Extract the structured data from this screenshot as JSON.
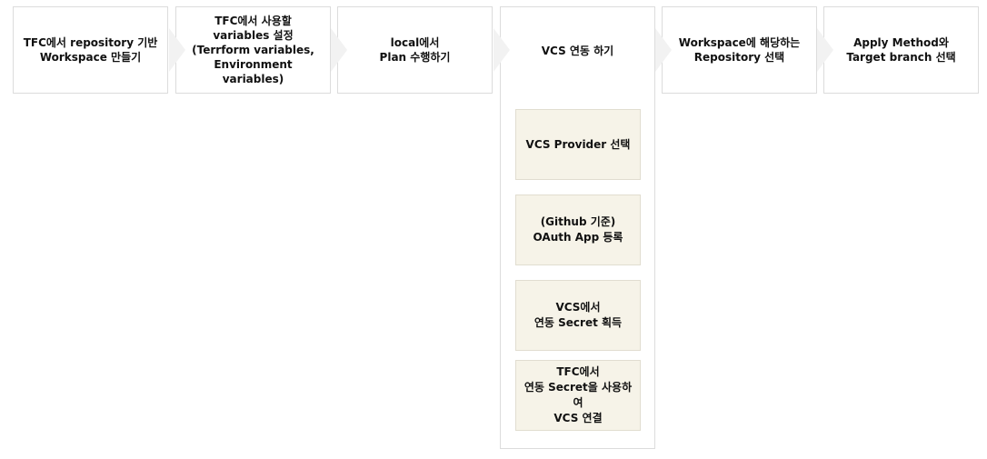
{
  "steps": [
    {
      "label": "TFC에서 repository 기반\nWorkspace 만들기"
    },
    {
      "label": "TFC에서 사용할\nvariables 설정\n(Terrform variables,\nEnvironment variables)"
    },
    {
      "label": "local에서\nPlan 수행하기"
    },
    {
      "label": "VCS 연동 하기"
    },
    {
      "label": "Workspace에 해당하는\nRepository 선택"
    },
    {
      "label": "Apply Method와\nTarget branch 선택"
    }
  ],
  "substeps": [
    {
      "label": "VCS Provider 선택"
    },
    {
      "label": "(Github 기준)\nOAuth App 등록"
    },
    {
      "label": "VCS에서\n연동 Secret 획득"
    },
    {
      "label": "TFC에서\n연동 Secret을 사용하여\nVCS 연결"
    }
  ],
  "colors": {
    "step_border": "#dcdcdc",
    "substep_fill": "#f6f3e8",
    "chevron_fill": "#f2f2f2"
  }
}
